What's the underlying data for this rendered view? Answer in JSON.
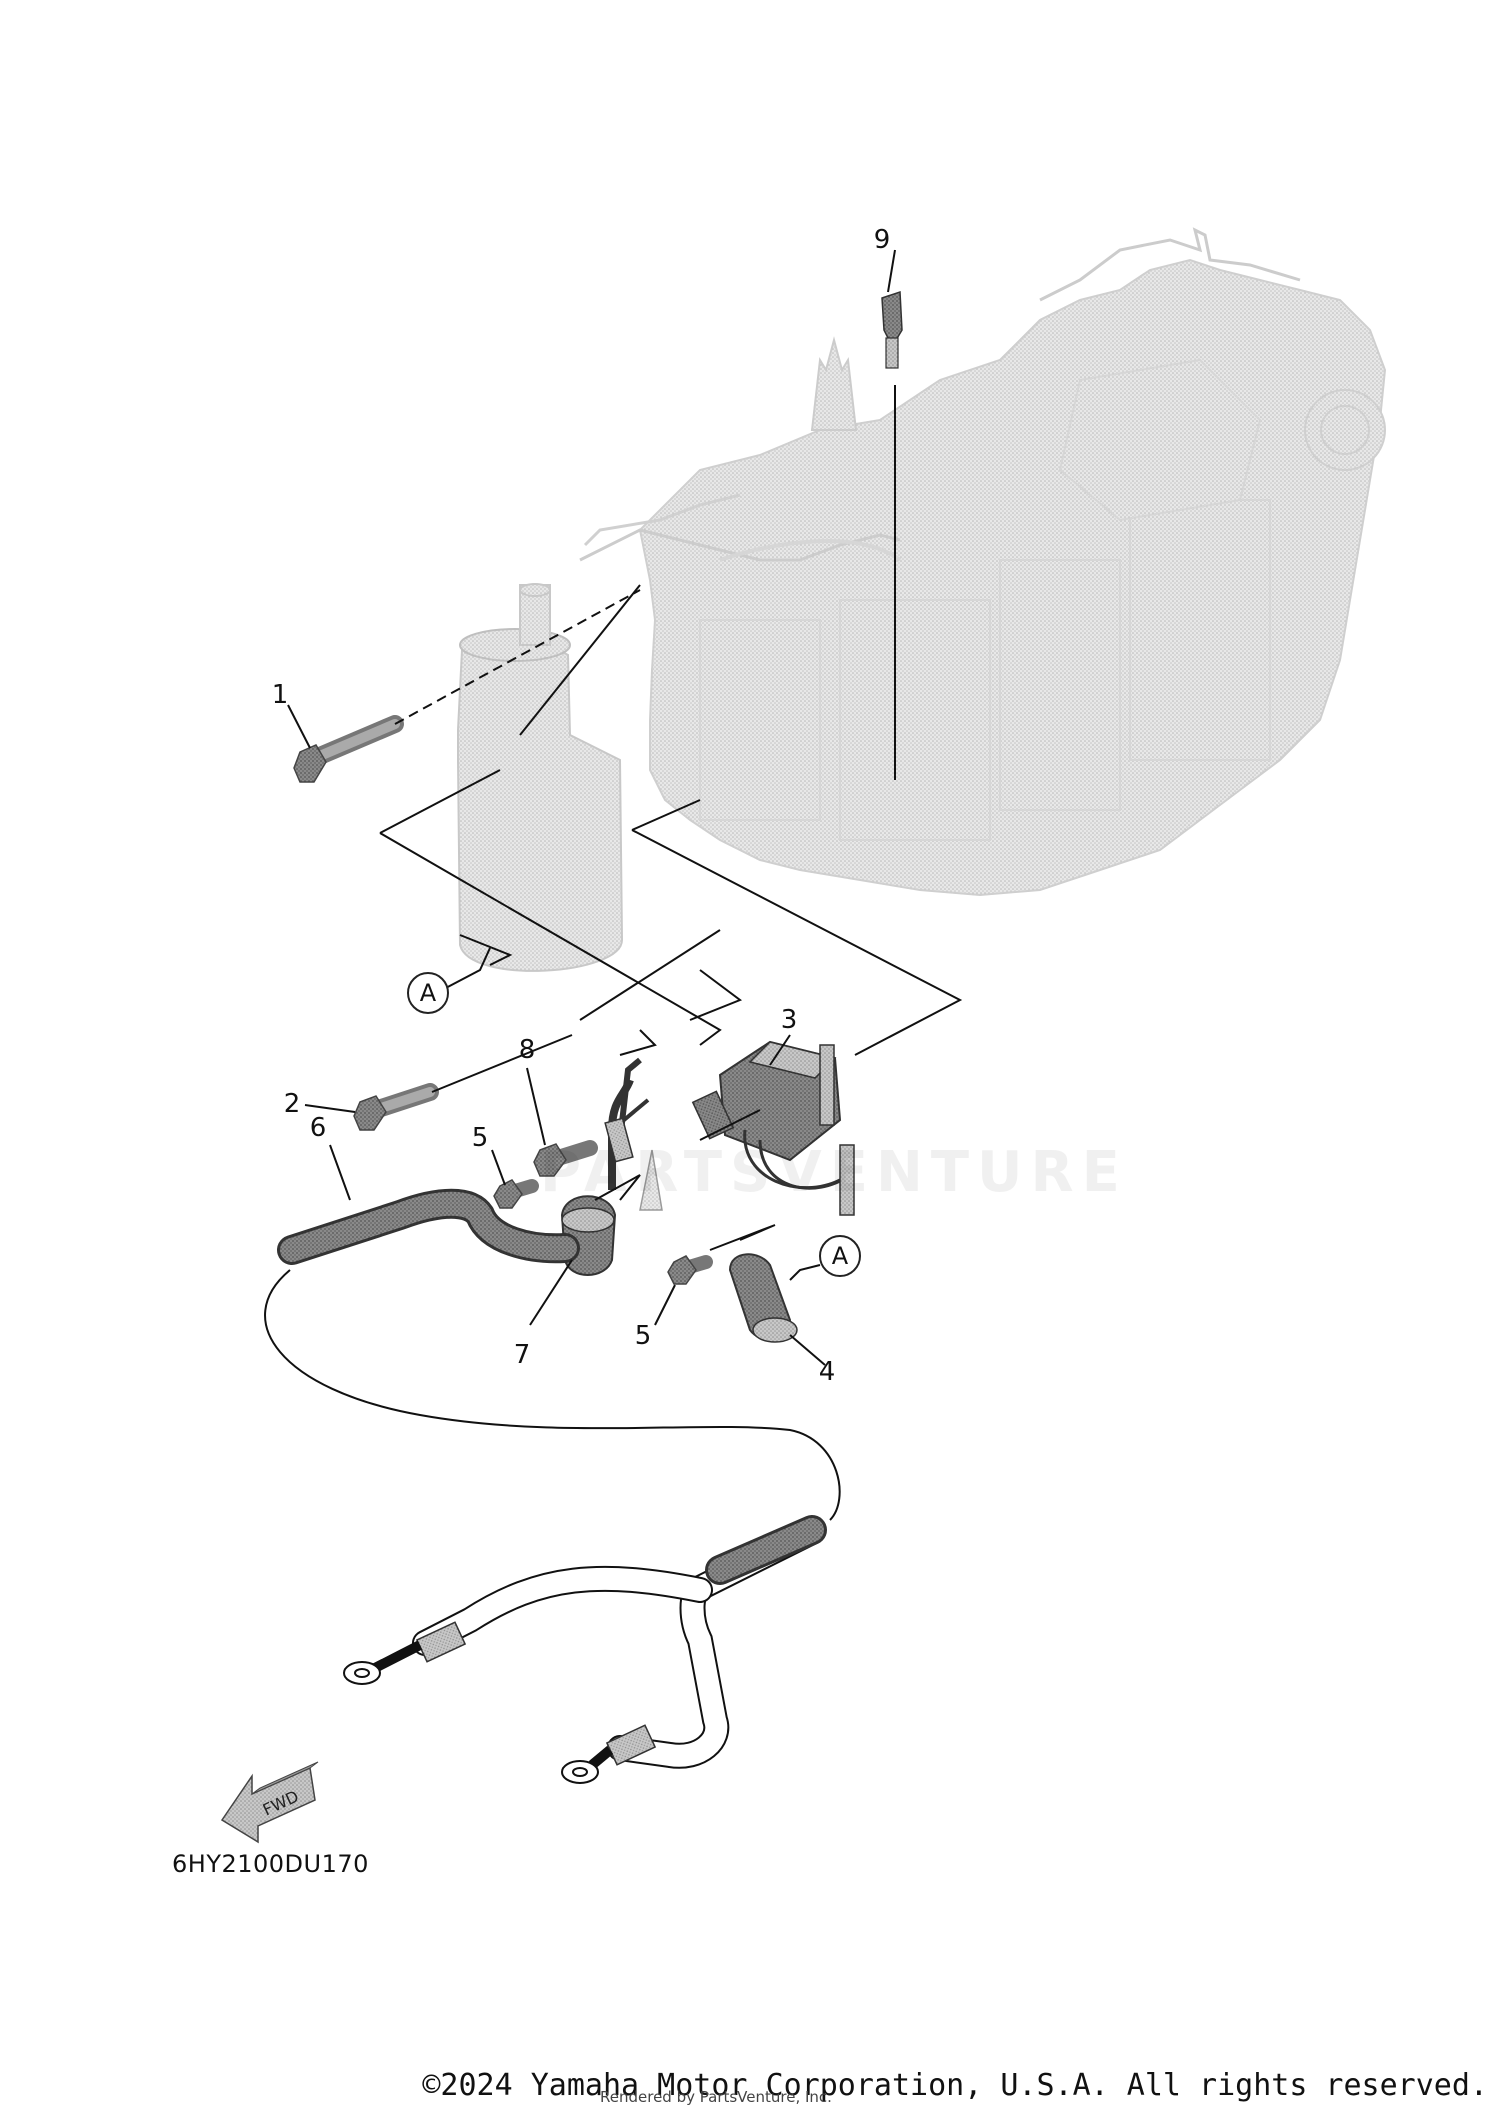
{
  "diagram": {
    "code": "6HY2100DU170",
    "fwd_label": "FWD",
    "reference_marker": "A",
    "watermark_text": "PARTSVENTURE",
    "callouts": [
      {
        "key": "c1",
        "label": "1"
      },
      {
        "key": "c2",
        "label": "2"
      },
      {
        "key": "c3",
        "label": "3"
      },
      {
        "key": "c4",
        "label": "4"
      },
      {
        "key": "c5a",
        "label": "5"
      },
      {
        "key": "c5b",
        "label": "5"
      },
      {
        "key": "c6",
        "label": "6"
      },
      {
        "key": "c7",
        "label": "7"
      },
      {
        "key": "c8",
        "label": "8"
      },
      {
        "key": "c9",
        "label": "9"
      }
    ]
  },
  "footer": {
    "copyright": "©2024 Yamaha Motor Corporation, U.S.A. All rights reserved.",
    "rendered_by": "Rendered by PartsVenture, Inc."
  },
  "colors": {
    "ink": "#111111",
    "engine_fill": "#d6d6d6",
    "part_fill": "#9a9a9a",
    "dark_part": "#5a5a5a"
  }
}
